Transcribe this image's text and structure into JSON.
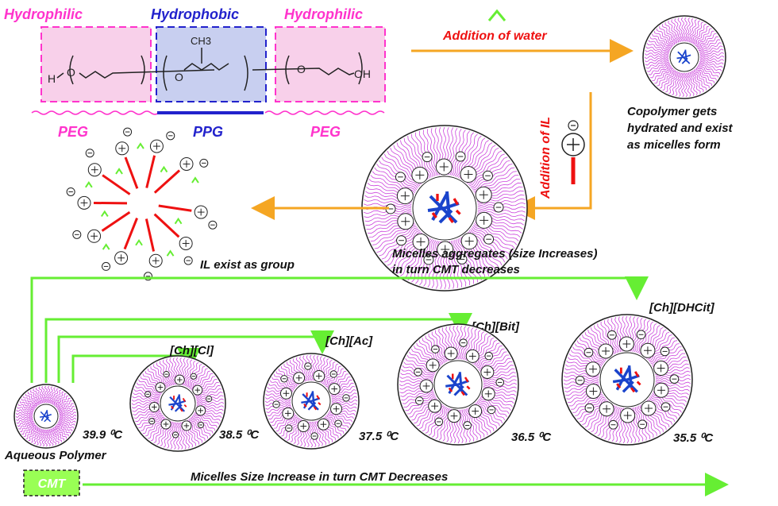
{
  "labels": {
    "hydrophilic_left": "Hydrophilic",
    "hydrophobic": "Hydrophobic",
    "hydrophilic_right": "Hydrophilic",
    "peg_left": "PEG",
    "ppg": "PPG",
    "peg_right": "PEG",
    "addition_water": "Addition of water",
    "copolymer_line1": "Copolymer gets",
    "copolymer_line2": "hydrated and exist",
    "copolymer_line3": "as micelles form",
    "addition_il": "Addition of IL",
    "micelle_agg_line1": "Micelles aggregates (size Increases)",
    "micelle_agg_line2": "in turn CMT decreases",
    "il_group": "IL exist as group",
    "aqueous_polymer": "Aqueous Polymer",
    "cmt_box": "CMT",
    "bottom_arrow": "Micelles Size Increase in turn CMT Decreases"
  },
  "chem": {
    "h": "H",
    "oh": "OH",
    "o": "O",
    "ch3": "CH3"
  },
  "micelles": [
    {
      "name": "[Ch][Cl]",
      "temp": "38.5 ⁰C"
    },
    {
      "name": "[Ch][Ac]",
      "temp": "37.5 ⁰C"
    },
    {
      "name": "[Ch][Bit]",
      "temp": "36.5 ⁰C"
    },
    {
      "name": "[Ch][DHCit]",
      "temp": "35.5 ⁰C"
    }
  ],
  "aqueous_temp": "39.9 ⁰C",
  "colors": {
    "peg": "#ff33cc",
    "ppg": "#2222cc",
    "arrow_orange": "#f5a623",
    "arrow_green": "#66ee33",
    "red": "#ee1111",
    "blue": "#1a44cc",
    "wave": "#cc44dd"
  }
}
